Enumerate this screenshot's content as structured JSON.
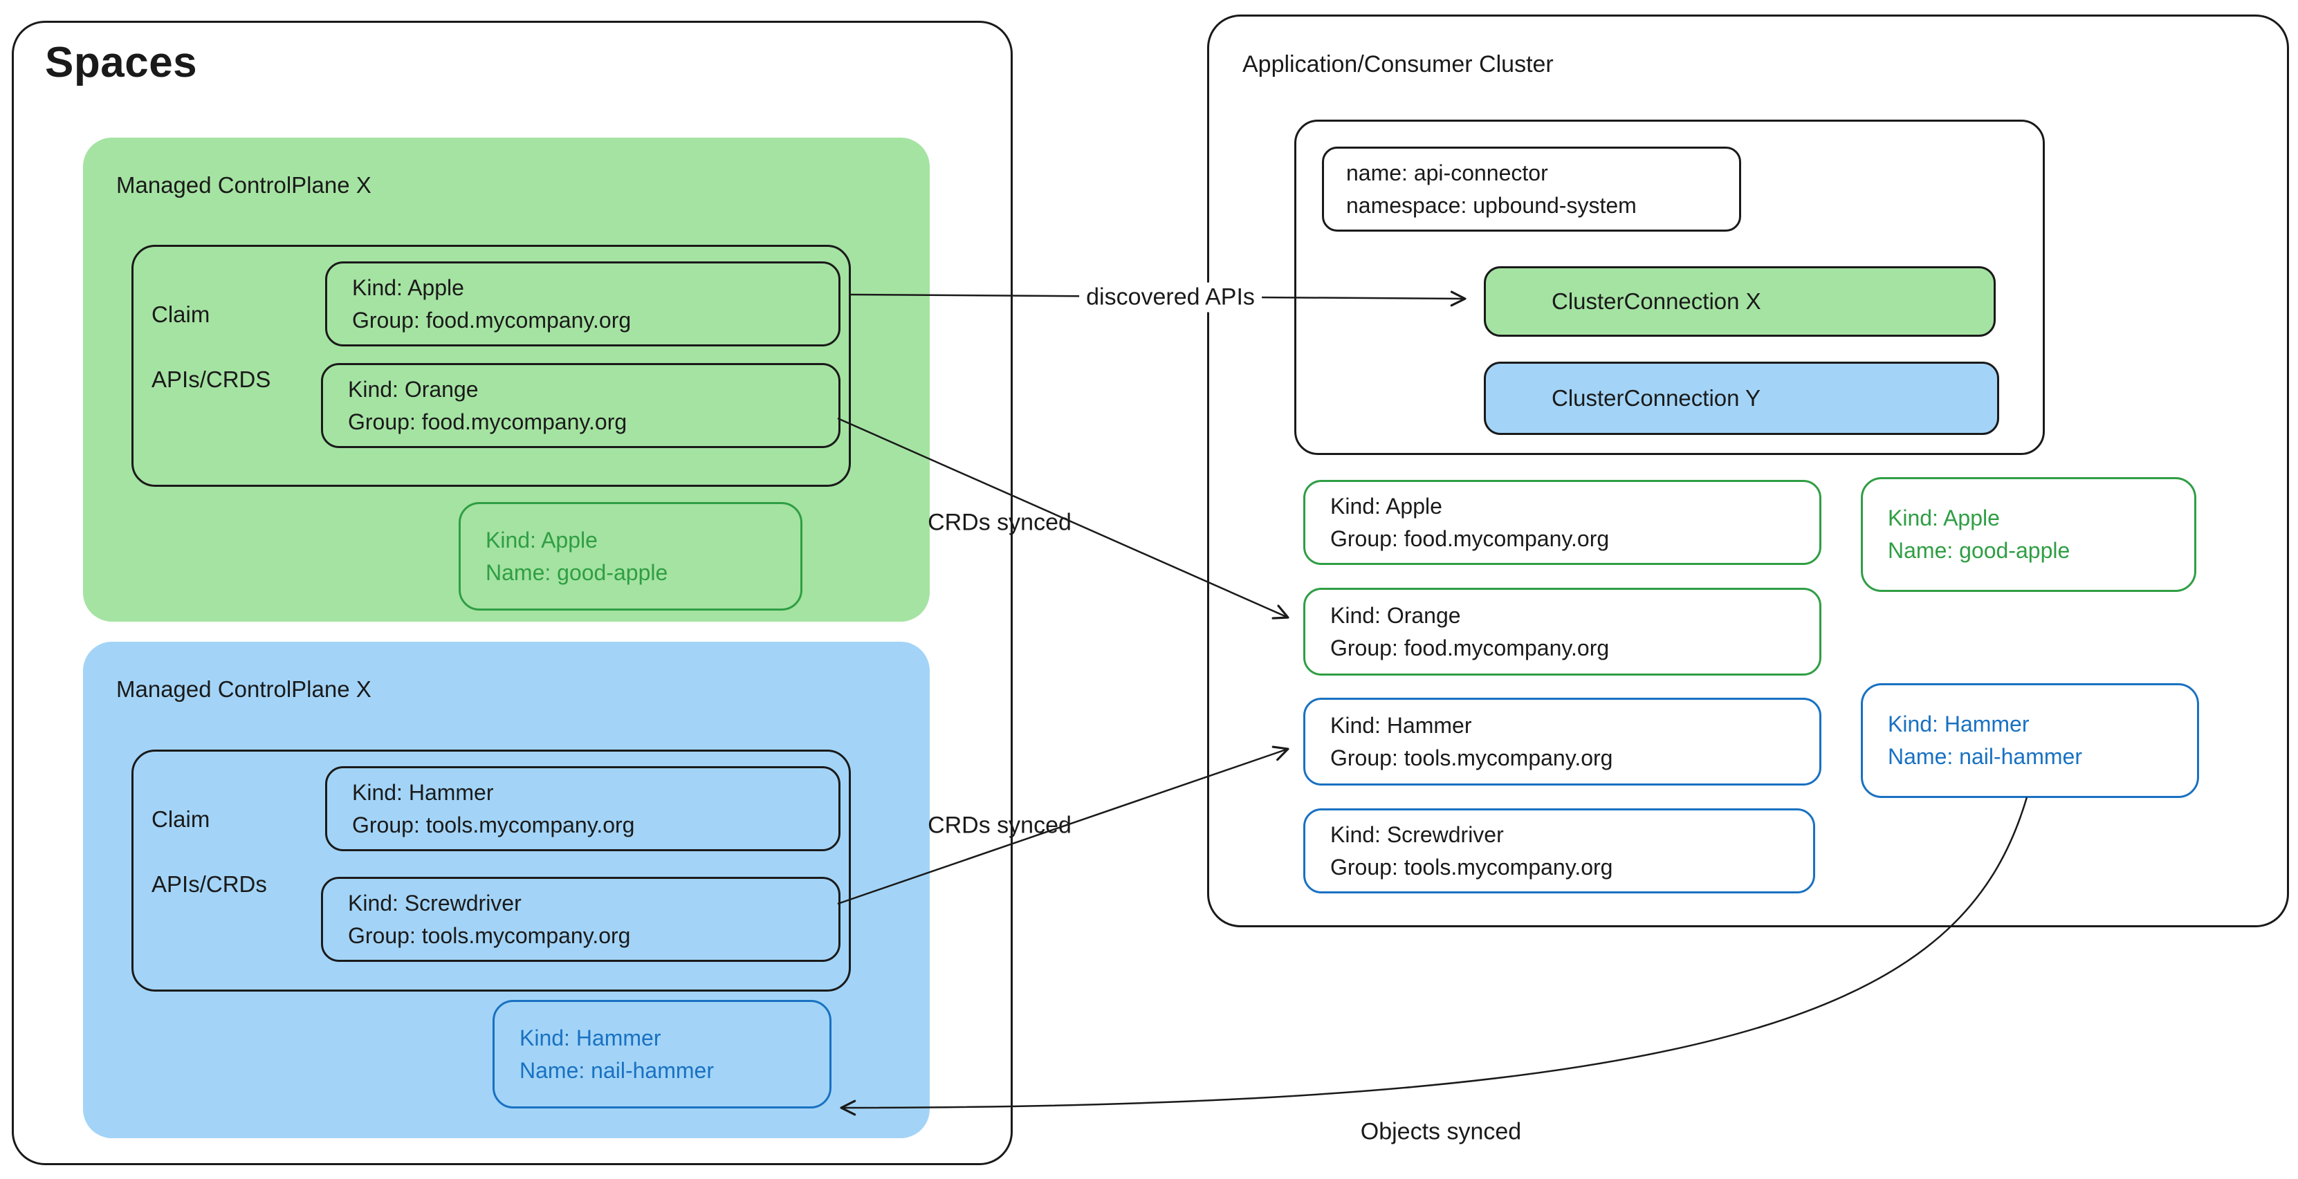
{
  "spaces": {
    "title": "Spaces",
    "mcp_green": {
      "title": "Managed ControlPlane X",
      "claim": {
        "label_line1": "Claim",
        "label_line2": "APIs/CRDS",
        "items": [
          {
            "line1": "Kind: Apple",
            "line2": "Group: food.mycompany.org"
          },
          {
            "line1": "Kind: Orange",
            "line2": "Group: food.mycompany.org"
          }
        ]
      },
      "resource": {
        "line1": "Kind: Apple",
        "line2": "Name: good-apple"
      }
    },
    "mcp_blue": {
      "title": "Managed ControlPlane X",
      "claim": {
        "label_line1": "Claim",
        "label_line2": "APIs/CRDs",
        "items": [
          {
            "line1": "Kind: Hammer",
            "line2": "Group: tools.mycompany.org"
          },
          {
            "line1": "Kind: Screwdriver",
            "line2": "Group: tools.mycompany.org"
          }
        ]
      },
      "resource": {
        "line1": "Kind: Hammer",
        "line2": "Name: nail-hammer"
      }
    }
  },
  "cluster": {
    "title": "Application/Consumer Cluster",
    "connector": {
      "meta_line1": "name: api-connector",
      "meta_line2": "namespace: upbound-system",
      "connection_x": "ClusterConnection X",
      "connection_y": "ClusterConnection Y"
    },
    "synced_crds": [
      {
        "line1": "Kind: Apple",
        "line2": "Group: food.mycompany.org",
        "accent": "green"
      },
      {
        "line1": "Kind: Orange",
        "line2": "Group: food.mycompany.org",
        "accent": "green"
      },
      {
        "line1": "Kind: Hammer",
        "line2": "Group: tools.mycompany.org",
        "accent": "blue"
      },
      {
        "line1": "Kind: Screwdriver",
        "line2": "Group: tools.mycompany.org",
        "accent": "blue"
      }
    ],
    "synced_objects": [
      {
        "line1": "Kind: Apple",
        "line2": "Name: good-apple",
        "accent": "green"
      },
      {
        "line1": "Kind: Hammer",
        "line2": "Name: nail-hammer",
        "accent": "blue"
      }
    ]
  },
  "arrows": {
    "discovered_apis": "discovered APIs",
    "crds_synced_top": "CRDs synced",
    "crds_synced_bottom": "CRDs synced",
    "objects_synced": "Objects synced"
  },
  "colors": {
    "green_fill": "#a5e3a2",
    "green_accent": "#2f9e44",
    "blue_fill": "#a3d4f7",
    "blue_accent": "#1971c2",
    "line": "#1a1a1a"
  }
}
